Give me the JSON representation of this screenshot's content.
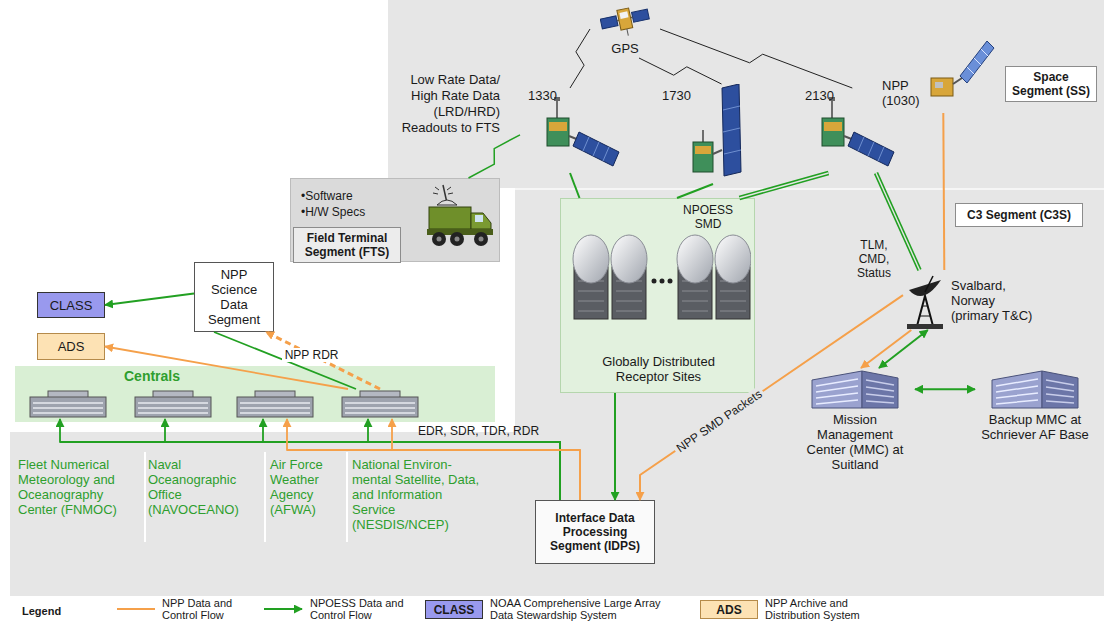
{
  "diagram": {
    "nodes": [
      {
        "text": [
          "GPS"
        ]
      },
      {
        "text": [
          "1330"
        ]
      },
      {
        "text": [
          "1730"
        ]
      },
      {
        "text": [
          "2130"
        ]
      },
      {
        "text": [
          "NPP (1030)"
        ]
      },
      {
        "text": [
          "Space Segment (SS)"
        ]
      },
      {
        "text": [
          "•Software",
          "•H/W Specs"
        ]
      },
      {
        "text": [
          "Field Terminal Segment (FTS)"
        ],
        "in": 6
      },
      {
        "text": [
          "C3 Segment (C3S)"
        ]
      },
      {
        "text": [
          "Globally Distributed Receptor Sites"
        ]
      },
      {
        "text": [
          "Svalbard, Norway (primary T&C)"
        ]
      },
      {
        "text": [
          "CLASS"
        ]
      },
      {
        "text": [
          "NPP Science Data Segment"
        ]
      },
      {
        "text": [
          "ADS"
        ]
      },
      {
        "text": [
          "Centrals"
        ]
      },
      {
        "text": [
          "Fleet Numerical Meteorology and Oceanography Center (FNMOC)"
        ],
        "in": 14
      },
      {
        "text": [
          "Naval Oceanographic Office (NAVOCEANO)"
        ],
        "in": 14
      },
      {
        "text": [
          "Air Force Weather Agency (AFWA)"
        ],
        "in": 14
      },
      {
        "text": [
          "National Environ- mental Satellite, Data, and Information Service (NESDIS/NCEP)"
        ],
        "in": 14
      },
      {
        "text": [
          "Mission Management Center (MMC) at Suitland"
        ]
      },
      {
        "text": [
          "Backup MMC at Schriever AF Base"
        ]
      },
      {
        "text": [
          "Interface Data Processing Segment (IDPS)"
        ]
      }
    ],
    "edges": [
      {
        "from": 0,
        "to": 1,
        "arrow": "none"
      },
      {
        "from": 0,
        "to": 2,
        "arrow": "none"
      },
      {
        "from": 0,
        "to": 3,
        "arrow": "none"
      },
      {
        "from": 1,
        "to": 6,
        "arrow": "none"
      },
      {
        "from": 1,
        "to": 9,
        "arrow": "none"
      },
      {
        "from": 2,
        "to": 9,
        "arrow": "none"
      },
      {
        "from": 3,
        "to": 9,
        "arrow": "none"
      },
      {
        "from": 3,
        "to": 10,
        "arrow": "none"
      },
      {
        "from": 4,
        "to": 10,
        "arrow": "none"
      },
      {
        "from": 9,
        "to": 21,
        "arrow": "to"
      },
      {
        "from": 10,
        "to": 21,
        "arrow": "to",
        "label": "NPP SMD Packets"
      },
      {
        "from": 10,
        "to": 19,
        "arrow": "both"
      },
      {
        "from": 10,
        "to": 19,
        "arrow": "to"
      },
      {
        "from": 19,
        "to": 20,
        "arrow": "both"
      },
      {
        "from": 21,
        "to": 15,
        "arrow": "to"
      },
      {
        "from": 21,
        "to": 16,
        "arrow": "to"
      },
      {
        "from": 21,
        "to": 17,
        "arrow": "to"
      },
      {
        "from": 21,
        "to": 18,
        "arrow": "to"
      },
      {
        "from": 21,
        "to": 17,
        "arrow": "to"
      },
      {
        "from": 21,
        "to": 18,
        "arrow": "to"
      },
      {
        "from": 18,
        "to": 12,
        "arrow": "none"
      },
      {
        "from": 12,
        "to": 11,
        "arrow": "to"
      },
      {
        "from": 18,
        "to": 13,
        "arrow": "to"
      },
      {
        "from": 18,
        "to": 12,
        "arrow": "to",
        "label": "NPP RDR"
      }
    ],
    "labels": [
      "Low Rate Data/ High Rate Data (LRD/HRD) Readouts to FTS",
      "NPOESS SMD",
      "TLM, CMD, Status",
      "EDR, SDR, TDR, RDR",
      "Legend",
      "CLASS",
      "ADS"
    ],
    "legend": [
      {
        "text": "NPP Data and Control Flow"
      },
      {
        "text": "NPOESS Data and Control Flow"
      },
      {
        "text": "NOAA Comprehensive Large Array Data Stewardship System",
        "color": "#9999ee"
      },
      {
        "text": "NPP Archive and Distribution System",
        "color": "#fde2b4"
      }
    ]
  }
}
